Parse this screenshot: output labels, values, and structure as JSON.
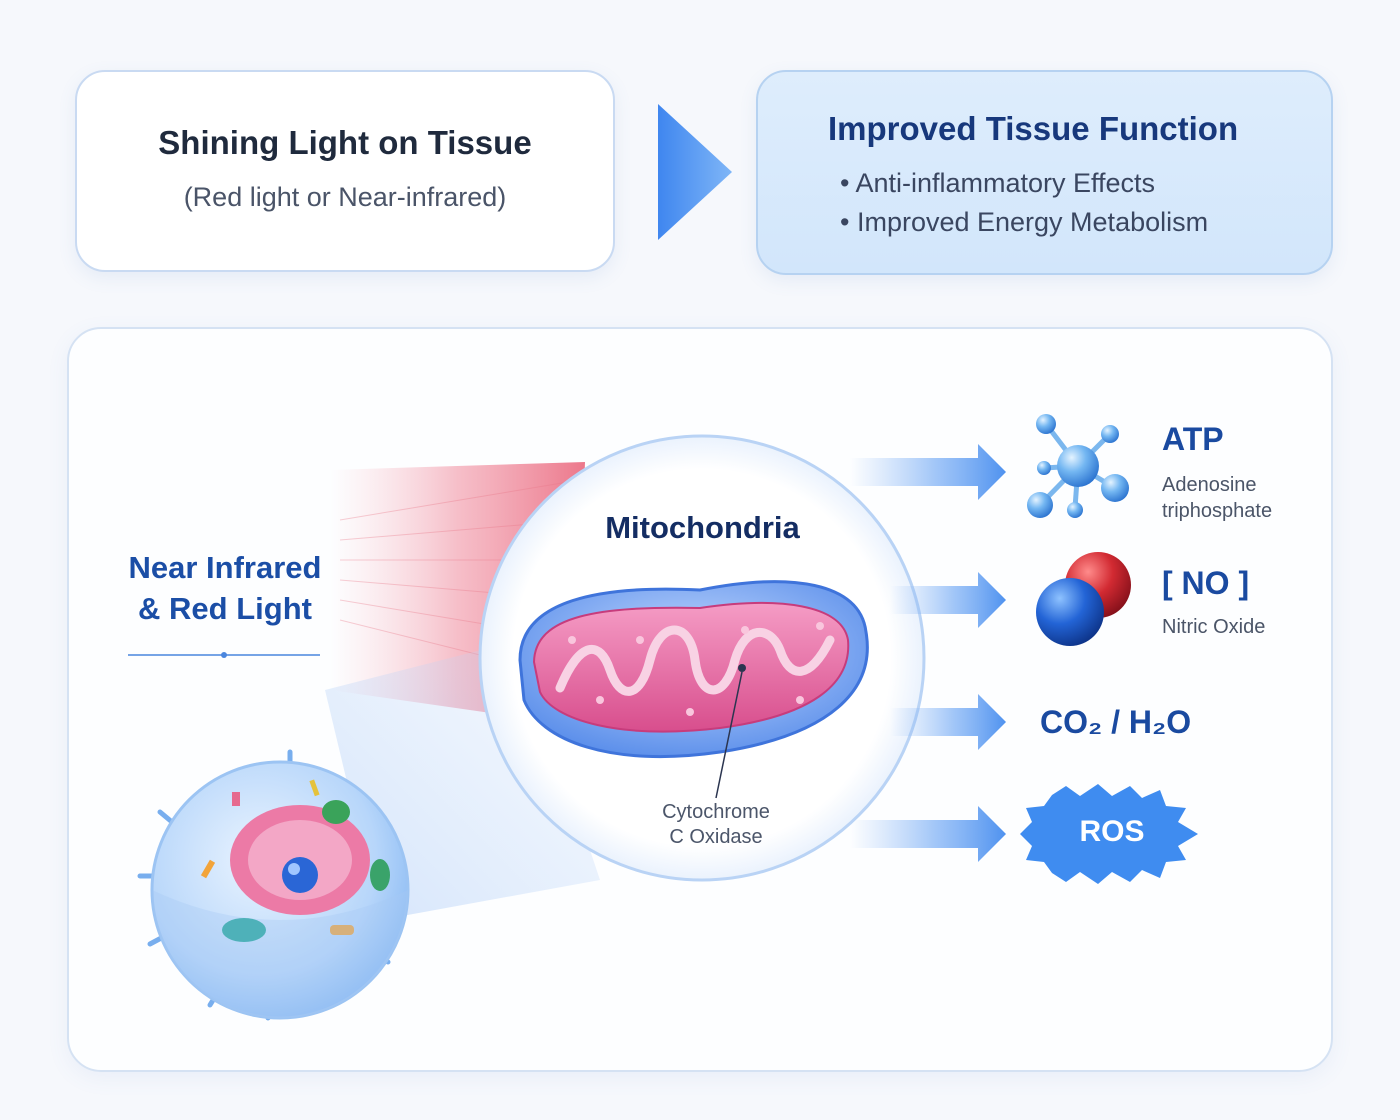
{
  "top": {
    "left_title": "Shining Light on Tissue",
    "left_subtitle": "(Red light or Near-infrared)",
    "right_title": "Improved Tissue Function",
    "right_bullets": [
      "• Anti-inflammatory Effects",
      "• Improved Energy Metabolism"
    ]
  },
  "panel": {
    "light_label_line1": "Near Infrared",
    "light_label_line2": "& Red Light",
    "mito_title": "Mitochondria",
    "cyto_line1": "Cytochrome",
    "cyto_line2": "C Oxidase",
    "outputs": {
      "atp_title": "ATP",
      "atp_sub_line1": "Adenosine",
      "atp_sub_line2": "triphosphate",
      "no_title": "[ NO ]",
      "no_sub": "Nitric Oxide",
      "co2_title": "CO₂ / H₂O",
      "ros_label": "ROS"
    }
  },
  "colors": {
    "accent_blue": "#1a4aa0",
    "dark_navy": "#142d63",
    "arrow_blue": "#5b9cf0",
    "mito_pink": "#e0609a",
    "mito_blue": "#6b9ff0",
    "no_red": "#c51e2a",
    "no_blue": "#1d5ed0"
  },
  "icons": [
    "flow-arrow-icon",
    "cell-icon",
    "mitochondria-icon",
    "atp-molecule-icon",
    "no-molecule-icon",
    "ros-burst-icon"
  ]
}
